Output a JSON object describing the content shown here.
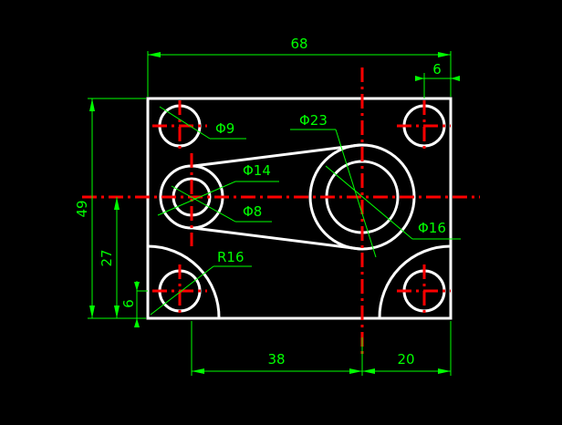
{
  "colors": {
    "background": "#000000",
    "geometry": "#ffffff",
    "centerline": "#ff0000",
    "dimension": "#00ff00"
  },
  "dimensions": {
    "overall_width": "68",
    "corner_offset": "6",
    "overall_height": "49",
    "center_height": "27",
    "bottom_offset": "6",
    "hole_spacing": "38",
    "right_spacing": "20"
  },
  "callouts": {
    "corner_hole": "Φ9",
    "boss_outer": "Φ14",
    "boss_inner": "Φ8",
    "big_hole": "Φ23",
    "big_boss": "Φ16",
    "corner_radius": "R16"
  }
}
